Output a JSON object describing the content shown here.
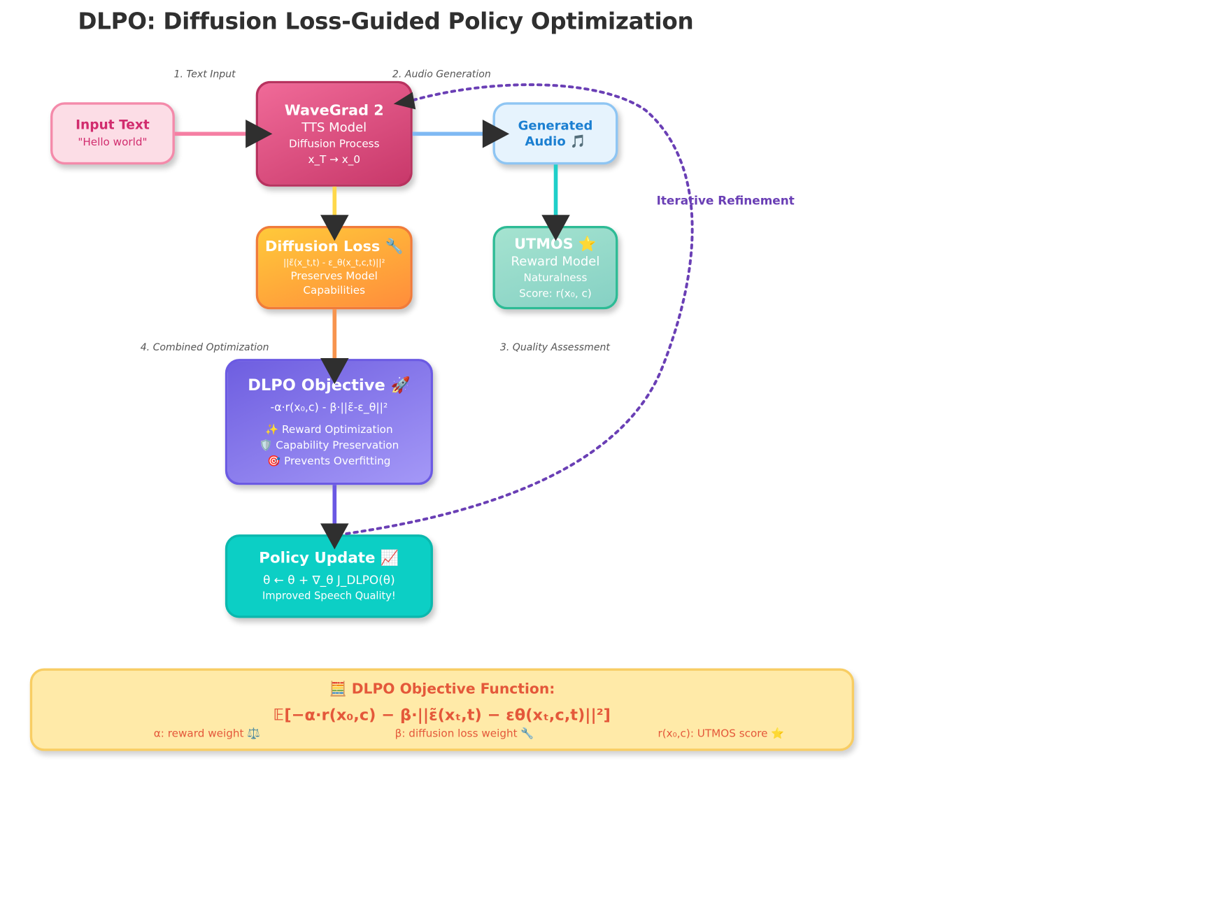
{
  "title": "DLPO: Diffusion Loss-Guided Policy Optimization",
  "steps": {
    "s1": "1. Text Input",
    "s2": "2. Audio Generation",
    "s3": "3. Quality Assessment",
    "s4": "4. Combined Optimization"
  },
  "nodes": {
    "input": {
      "title": "Input Text",
      "text": "\"Hello world\""
    },
    "wavegrad": {
      "title": "WaveGrad 2",
      "subtitle": "TTS Model",
      "line3": "Diffusion Process",
      "line4": "x_T → x_0"
    },
    "audio": {
      "title": "Generated",
      "line2": "Audio 🎵"
    },
    "loss": {
      "title": "Diffusion Loss 🔧",
      "formula": "||ε̃(x_t,t) - ε_θ(x_t,c,t)||²",
      "line3": "Preserves Model",
      "line4": "Capabilities"
    },
    "utmos": {
      "title": "UTMOS ⭐",
      "subtitle": "Reward Model",
      "line3": "Naturalness",
      "line4": "Score: r(x₀, c)"
    },
    "dlpo": {
      "title": "DLPO Objective 🚀",
      "formula": "-α·r(x₀,c) - β·||ε̃-ε_θ||²",
      "b1": "✨ Reward Optimization",
      "b2": "🛡️ Capability Preservation",
      "b3": "🎯 Prevents Overfitting"
    },
    "update": {
      "title": "Policy Update 📈",
      "formula": "θ ← θ + ∇_θ J_DLPO(θ)",
      "line3": "Improved Speech Quality!"
    }
  },
  "loop_label": "Iterative Refinement",
  "formula_panel": {
    "title": "🧮 DLPO Objective Function:",
    "formula": "𝔼[−α·r(x₀,c) − β·||ε̃(xₜ,t) − εθ(xₜ,c,t)||²]",
    "notes": [
      "α: reward weight ⚖️",
      "β: diffusion loss weight 🔧",
      "r(x₀,c): UTMOS score ⭐"
    ]
  },
  "colors": {
    "input_edge": "#f57fa3",
    "wave_to_audio": "#7fb9f3",
    "wave_to_loss": "#ffd84a",
    "audio_to_utmos": "#1fcfc9",
    "loss_to_dlpo": "#f7944e",
    "dlpo_to_update": "#6a58e3",
    "loop": "#6a3fb5"
  }
}
